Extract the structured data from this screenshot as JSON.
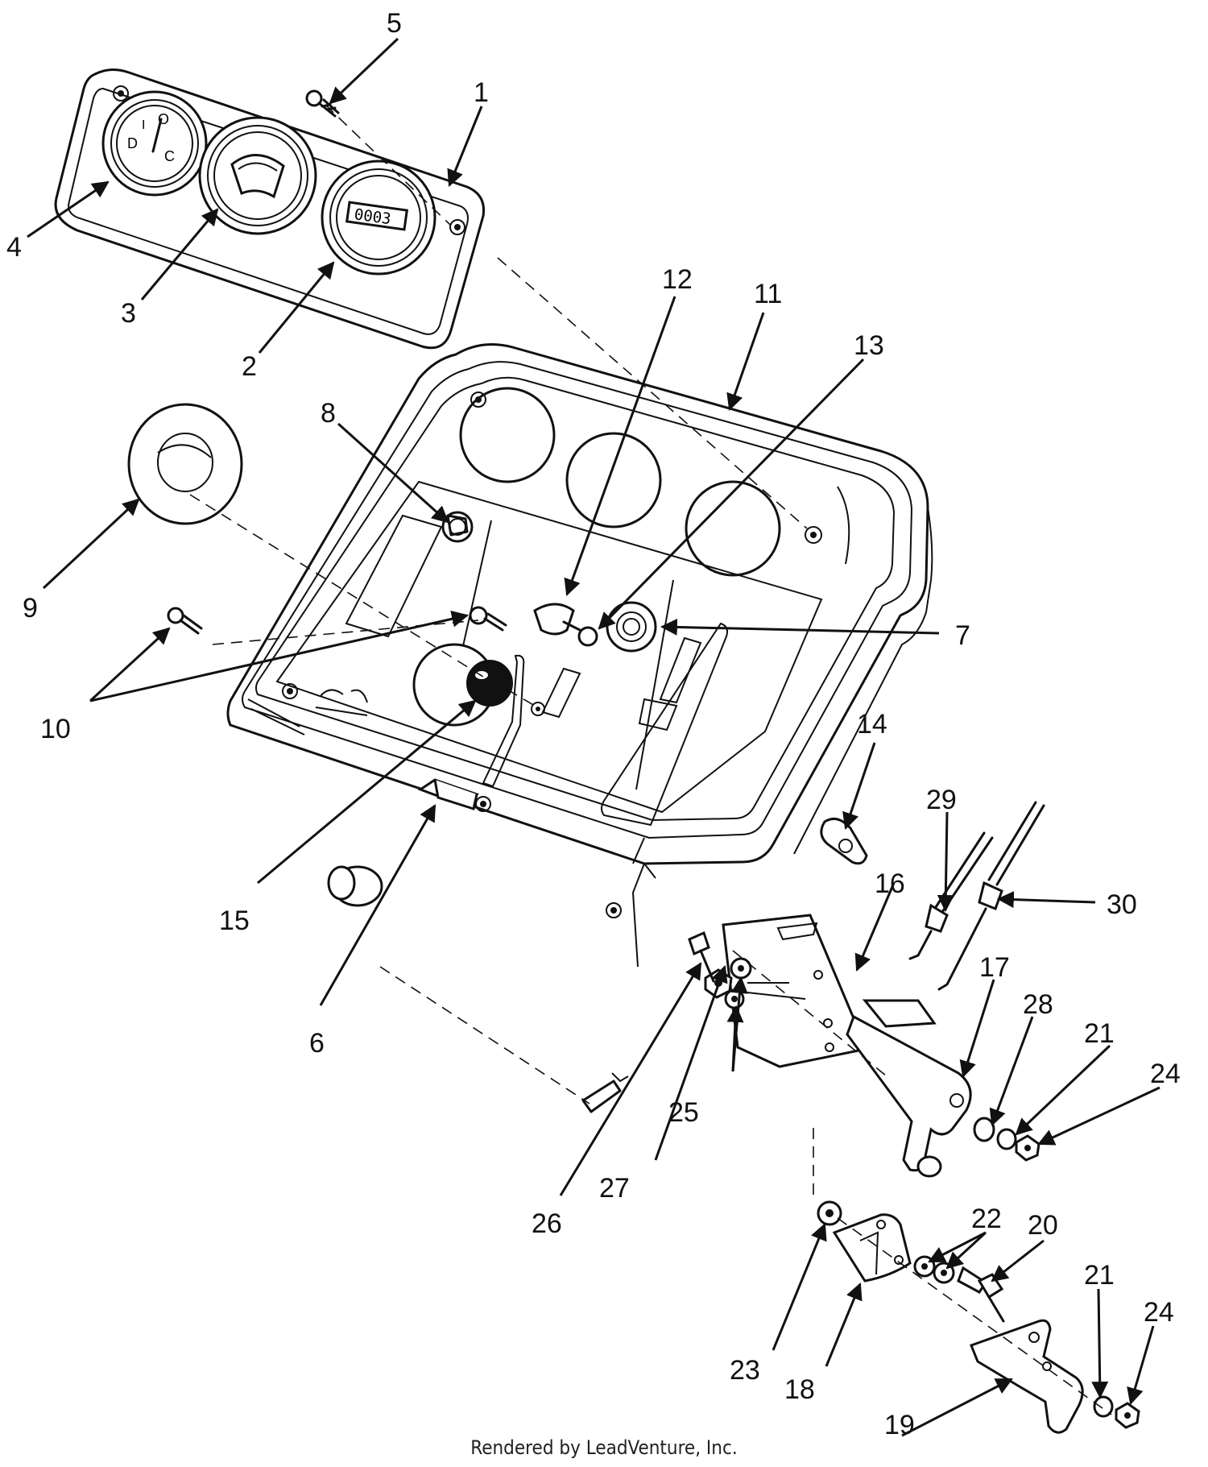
{
  "footer": "Rendered by LeadVenture, Inc.",
  "callouts": [
    {
      "id": "c1",
      "text": "1"
    },
    {
      "id": "c2",
      "text": "2"
    },
    {
      "id": "c3",
      "text": "3"
    },
    {
      "id": "c4",
      "text": "4"
    },
    {
      "id": "c5",
      "text": "5"
    },
    {
      "id": "c6",
      "text": "6"
    },
    {
      "id": "c7",
      "text": "7"
    },
    {
      "id": "c8",
      "text": "8"
    },
    {
      "id": "c9",
      "text": "9"
    },
    {
      "id": "c10",
      "text": "10"
    },
    {
      "id": "c11",
      "text": "11"
    },
    {
      "id": "c12",
      "text": "12"
    },
    {
      "id": "c13",
      "text": "13"
    },
    {
      "id": "c14",
      "text": "14"
    },
    {
      "id": "c15",
      "text": "15"
    },
    {
      "id": "c16",
      "text": "16"
    },
    {
      "id": "c17",
      "text": "17"
    },
    {
      "id": "c18",
      "text": "18"
    },
    {
      "id": "c19",
      "text": "19"
    },
    {
      "id": "c20",
      "text": "20"
    },
    {
      "id": "c21a",
      "text": "21"
    },
    {
      "id": "c21b",
      "text": "21"
    },
    {
      "id": "c22",
      "text": "22"
    },
    {
      "id": "c23",
      "text": "23"
    },
    {
      "id": "c24a",
      "text": "24"
    },
    {
      "id": "c24b",
      "text": "24"
    },
    {
      "id": "c25",
      "text": "25"
    },
    {
      "id": "c26",
      "text": "26"
    },
    {
      "id": "c27",
      "text": "27"
    },
    {
      "id": "c28",
      "text": "28"
    },
    {
      "id": "c29",
      "text": "29"
    },
    {
      "id": "c30",
      "text": "30"
    }
  ],
  "gauges": {
    "fuel_marks": [
      "D",
      "I",
      "O",
      "C"
    ],
    "hourmeter": "0003"
  }
}
